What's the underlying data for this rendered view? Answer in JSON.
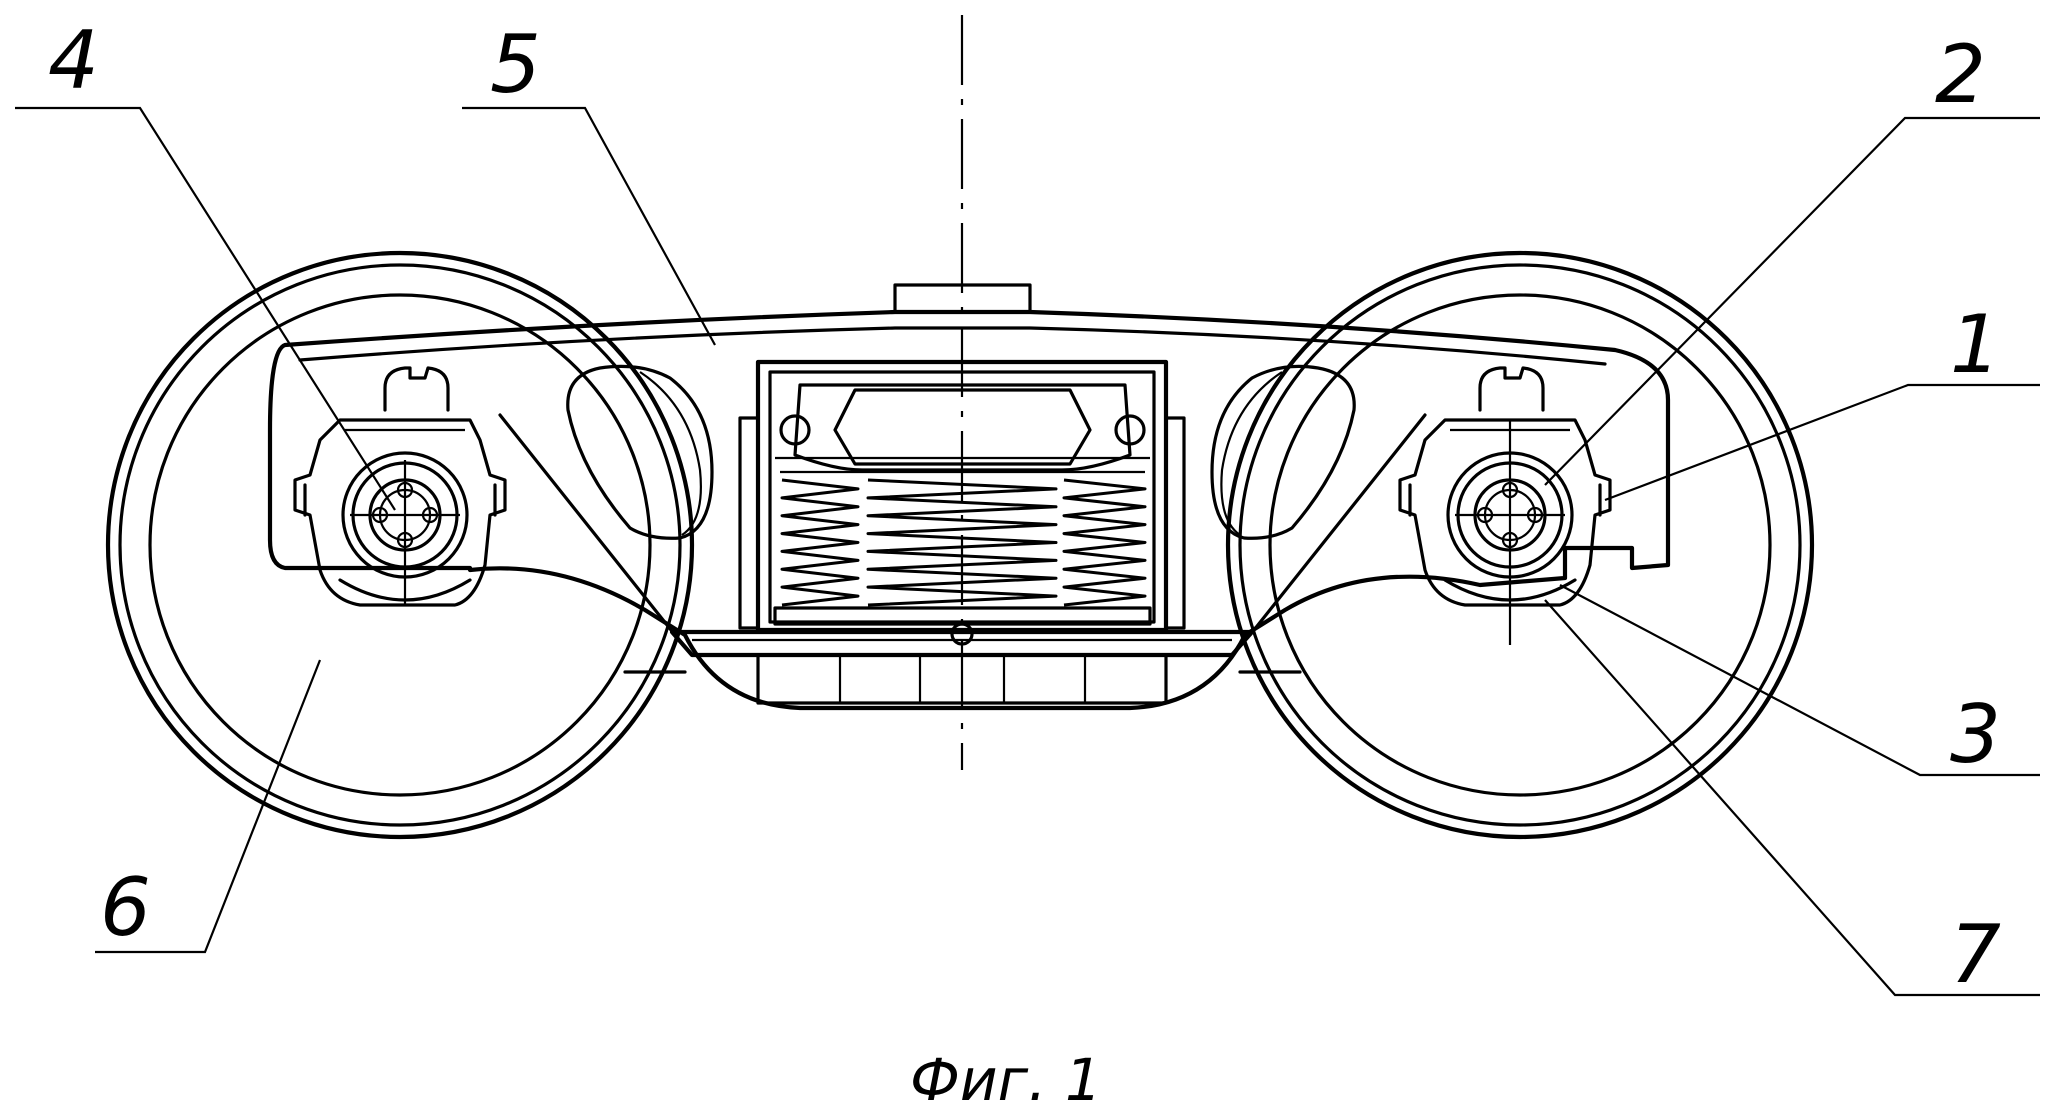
{
  "labels": {
    "l1": "1",
    "l2": "2",
    "l3": "3",
    "l4": "4",
    "l5": "5",
    "l6": "6",
    "l7": "7"
  },
  "caption": "Фиг. 1"
}
